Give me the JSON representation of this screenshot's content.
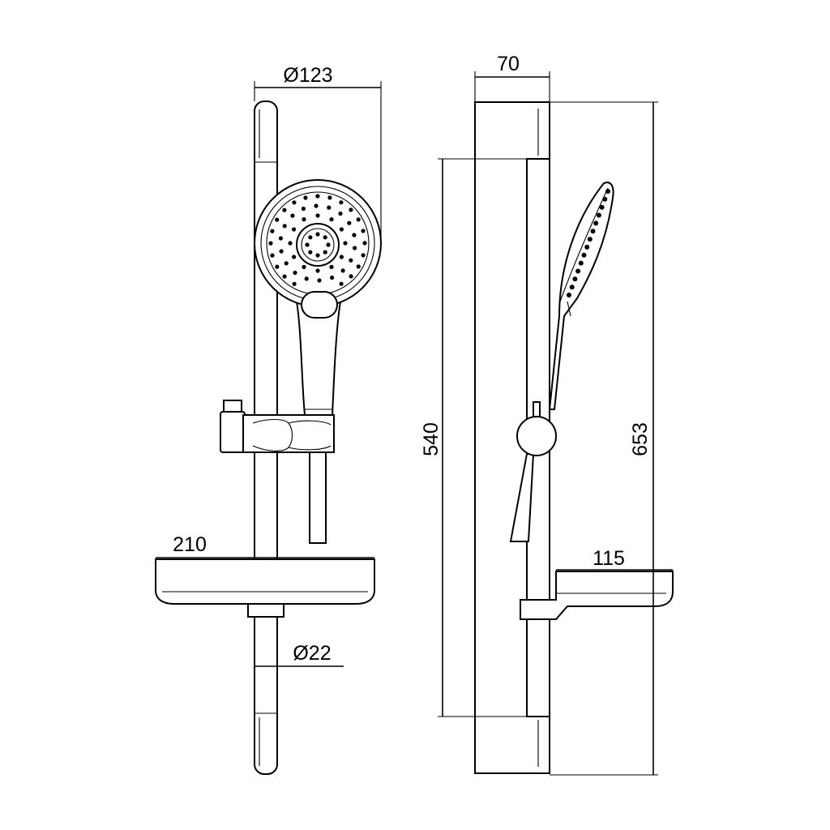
{
  "drawing": {
    "front_view": {
      "head_diameter_label": "Ø123",
      "shelf_width_label": "210",
      "rail_diameter_label": "Ø22"
    },
    "side_view": {
      "depth_label": "70",
      "rail_length_label": "540",
      "total_height_label": "653",
      "shelf_depth_label": "115"
    }
  }
}
